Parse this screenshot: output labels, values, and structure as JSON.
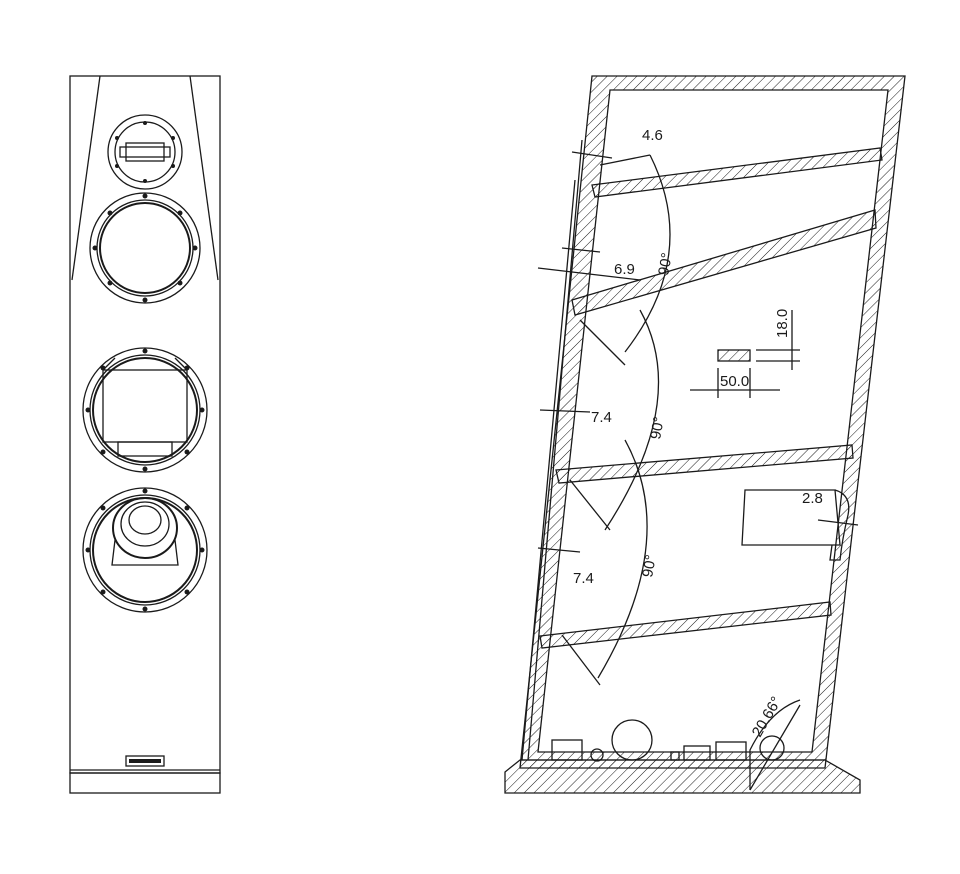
{
  "drawing": {
    "front_view": {
      "badge_label": ""
    },
    "section_view": {
      "dimensions": {
        "d_top_wall": "4.6",
        "d_wall_2": "6.9",
        "d_wall_3": "7.4",
        "d_wall_4": "7.4",
        "d_port": "2.8",
        "angle_1": "90°",
        "angle_2": "90°",
        "angle_3": "90°",
        "brace_height": "18.0",
        "brace_width": "50.0",
        "base_angle": "20.66°"
      }
    }
  }
}
